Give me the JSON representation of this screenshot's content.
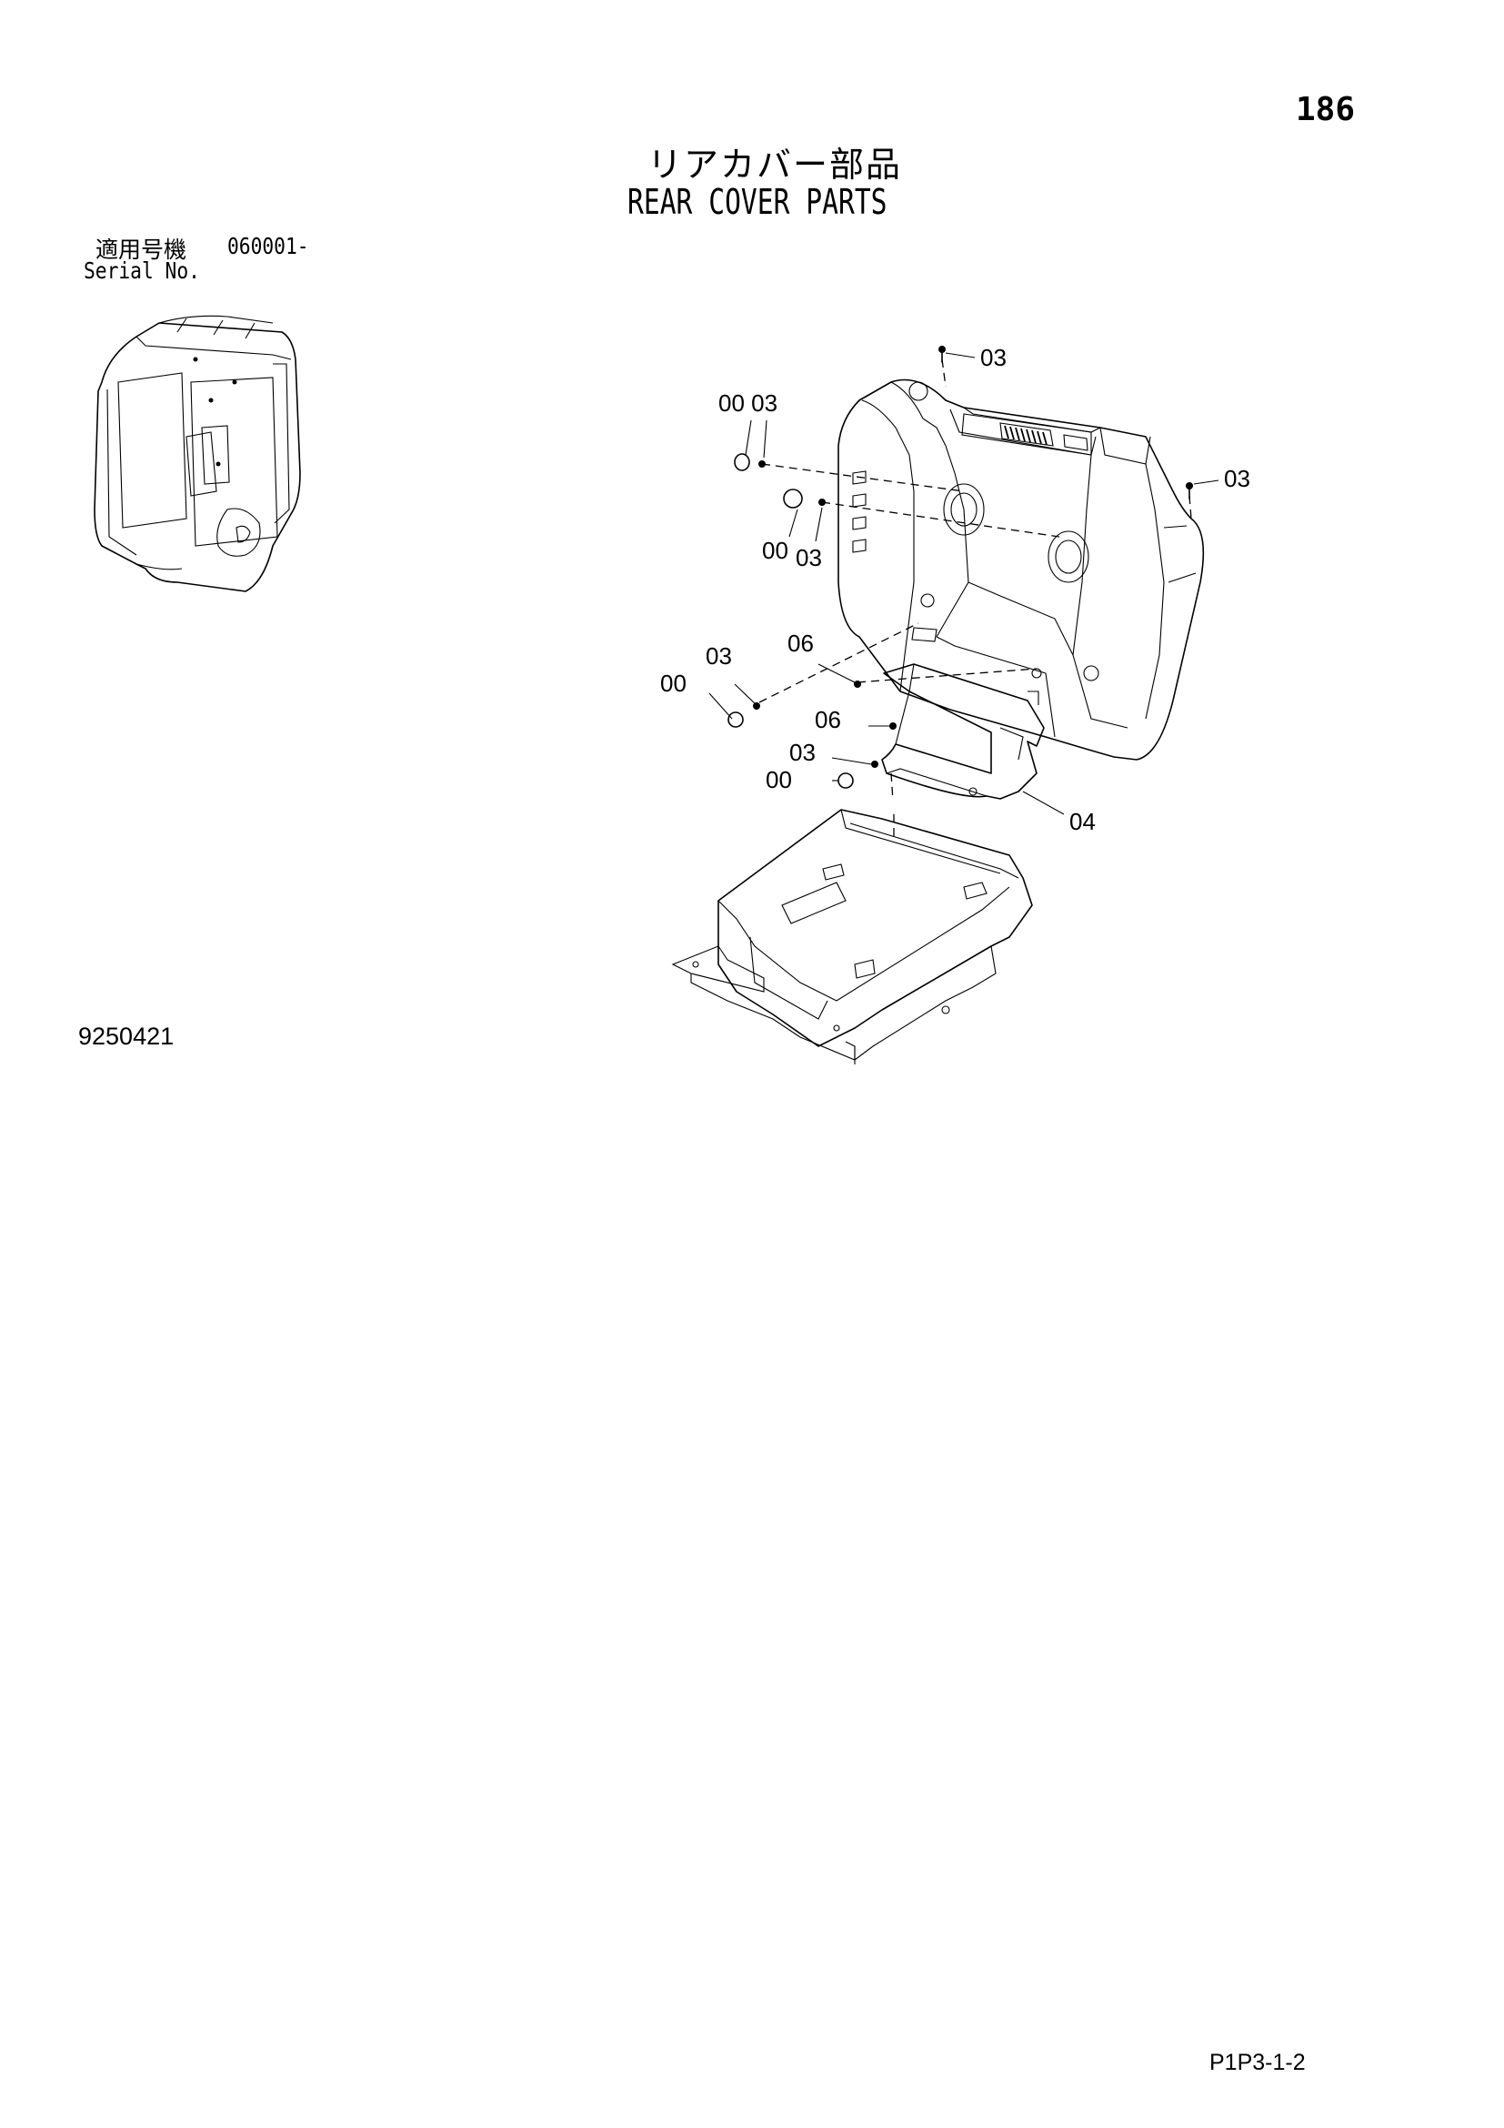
{
  "header": {
    "page_number": "186",
    "title_jp": "リアカバー部品",
    "title_en": "REAR COVER PARTS"
  },
  "serial": {
    "label_jp": "適用号機",
    "value": "060001-",
    "label_en": "Serial No."
  },
  "drawing": {
    "code": "9250421",
    "callouts": {
      "top_bolt": "03",
      "right_bolt": "03",
      "upper_cap_pair": "00 03",
      "mid_cap": "00",
      "mid_bolt": "03",
      "left_bolt": "03",
      "left_cap": "00",
      "left_screw": "06",
      "lower_screw": "06",
      "lower_bolt": "03",
      "lower_cap": "00",
      "plate": "04"
    }
  },
  "footer": {
    "page_ref": "P1P3-1-2"
  }
}
